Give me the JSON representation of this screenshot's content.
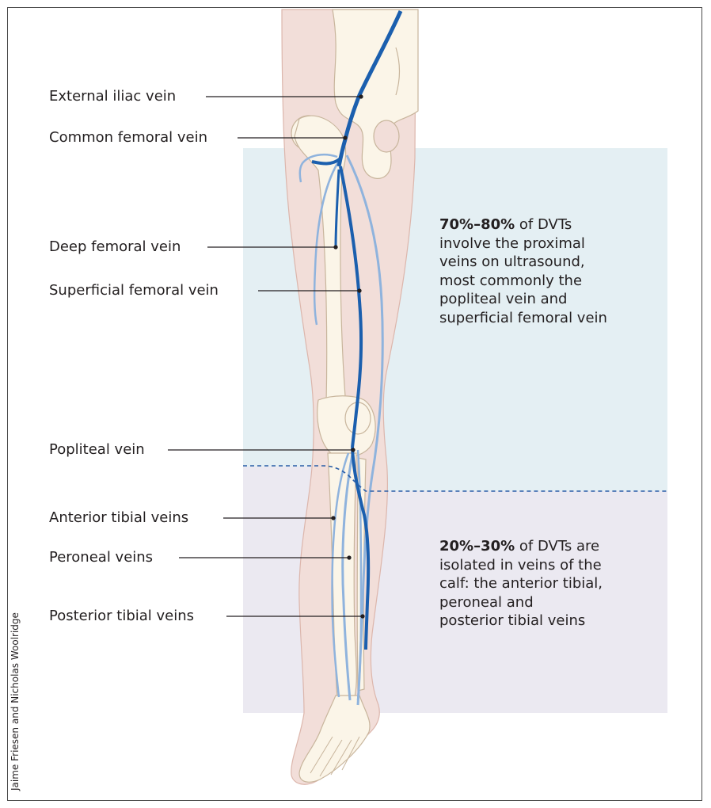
{
  "labels": [
    {
      "id": "external-iliac",
      "text": "External iliac vein"
    },
    {
      "id": "common-femoral",
      "text": "Common femoral vein"
    },
    {
      "id": "deep-femoral",
      "text": "Deep femoral vein"
    },
    {
      "id": "superficial-femoral",
      "text": "Superficial femoral vein"
    },
    {
      "id": "popliteal",
      "text": "Popliteal vein"
    },
    {
      "id": "anterior-tibial",
      "text": "Anterior tibial veins"
    },
    {
      "id": "peroneal",
      "text": "Peroneal veins"
    },
    {
      "id": "posterior-tibial",
      "text": "Posterior tibial veins"
    }
  ],
  "notes": {
    "proximal": {
      "highlight": "70%–80%",
      "line1_rest": " of DVTs",
      "line2": "involve the proximal",
      "line3": "veins on ultrasound,",
      "line4": "most commonly the",
      "line5": "popliteal vein and",
      "line6": "superficial femoral vein"
    },
    "calf": {
      "highlight": "20%–30%",
      "line1_rest": " of DVTs are",
      "line2": "isolated in veins of the",
      "line3": "calf: the anterior tibial,",
      "line4": "peroneal and",
      "line5": "posterior tibial veins"
    }
  },
  "credit": "Jaime Friesen and Nicholas Woolridge",
  "colors": {
    "proximal_zone": "#e4eff3",
    "calf_zone": "#ebe9f1",
    "skin": "#f2ded9",
    "skin_outline": "#dcb6ac",
    "bone": "#fbf5e8",
    "bone_outline": "#c8b59c",
    "deep_vein": "#1b5fae",
    "light_vein": "#8fb3dd",
    "boundary_line": "#2a5ea8"
  }
}
